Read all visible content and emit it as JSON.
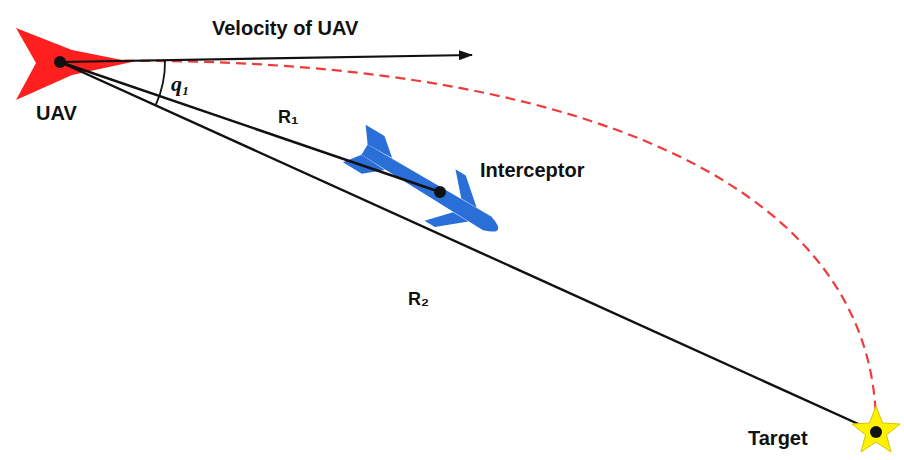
{
  "diagram": {
    "labels": [
      "Velocity of UAV",
      "q₁",
      "UAV",
      "R₁",
      "Interceptor",
      "R₂",
      "Target"
    ]
  }
}
